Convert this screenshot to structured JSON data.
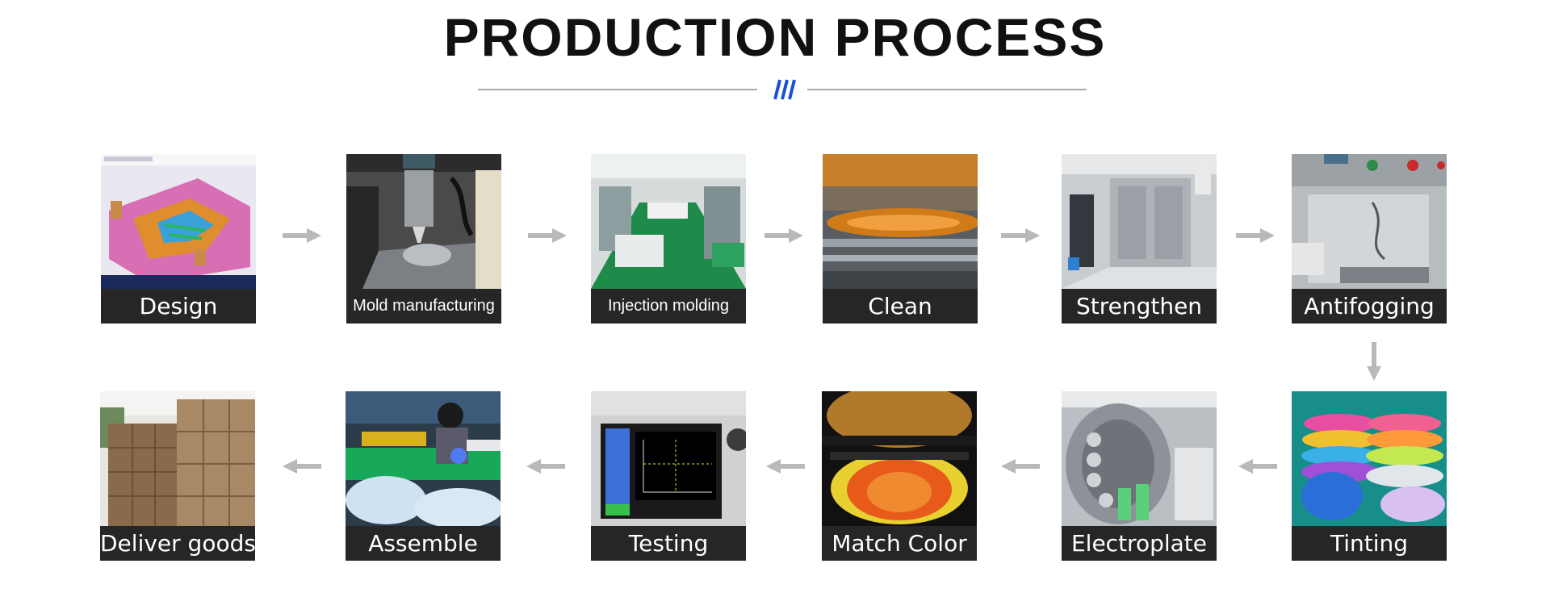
{
  "header": {
    "title": "PRODUCTION PROCESS"
  },
  "colors": {
    "accent": "#1a4fd6",
    "arrow": "#b9b9b9",
    "label_bg": "#262626"
  },
  "steps": [
    {
      "label": "Design"
    },
    {
      "label": "Mold manufacturing"
    },
    {
      "label": "Injection molding"
    },
    {
      "label": "Clean"
    },
    {
      "label": "Strengthen"
    },
    {
      "label": "Antifogging"
    },
    {
      "label": "Tinting"
    },
    {
      "label": "Electroplate"
    },
    {
      "label": "Match Color"
    },
    {
      "label": "Testing"
    },
    {
      "label": "Assemble"
    },
    {
      "label": "Deliver goods"
    }
  ]
}
